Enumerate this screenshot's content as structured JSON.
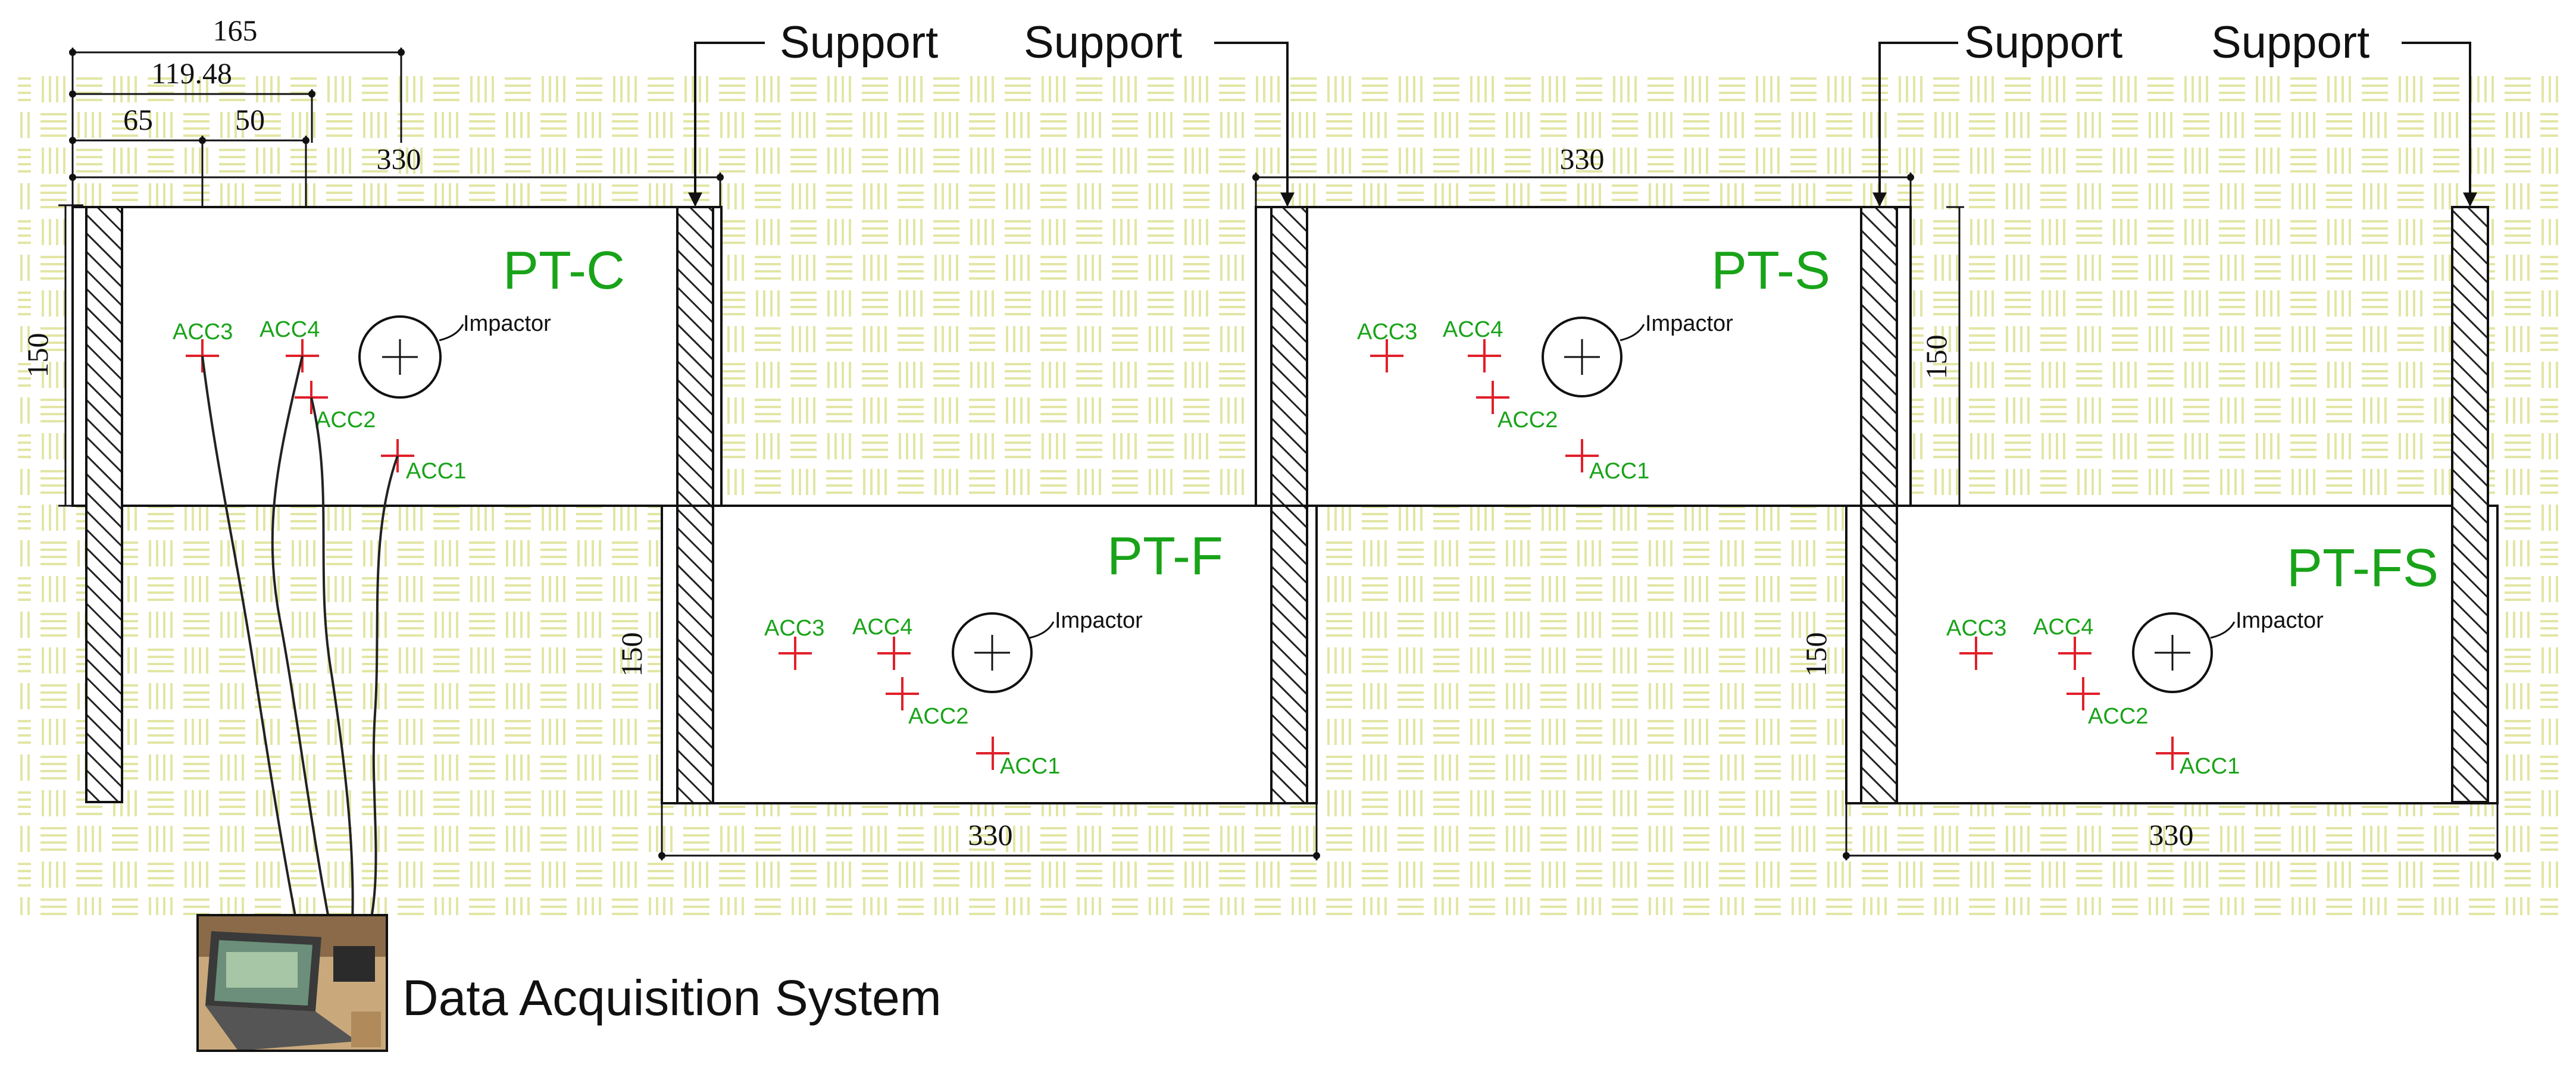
{
  "panels": [
    {
      "title": "PT-C",
      "impactor": "Impactor",
      "acc": [
        "ACC1",
        "ACC2",
        "ACC3",
        "ACC4"
      ]
    },
    {
      "title": "PT-S",
      "impactor": "Impactor",
      "acc": [
        "ACC1",
        "ACC2",
        "ACC3",
        "ACC4"
      ]
    },
    {
      "title": "PT-F",
      "impactor": "Impactor",
      "acc": [
        "ACC1",
        "ACC2",
        "ACC3",
        "ACC4"
      ]
    },
    {
      "title": "PT-FS",
      "impactor": "Impactor",
      "acc": [
        "ACC1",
        "ACC2",
        "ACC3",
        "ACC4"
      ]
    }
  ],
  "dimensions": {
    "d165": "165",
    "d119": "119.48",
    "d65": "65",
    "d50": "50",
    "w330": "330",
    "h150": "150"
  },
  "support_label": "Support",
  "daq_label": "Data Acquisition System",
  "colors": {
    "panel_title": "#19a319",
    "accelerometer": "#e0202a",
    "background_pattern": "#e2e6a4"
  }
}
